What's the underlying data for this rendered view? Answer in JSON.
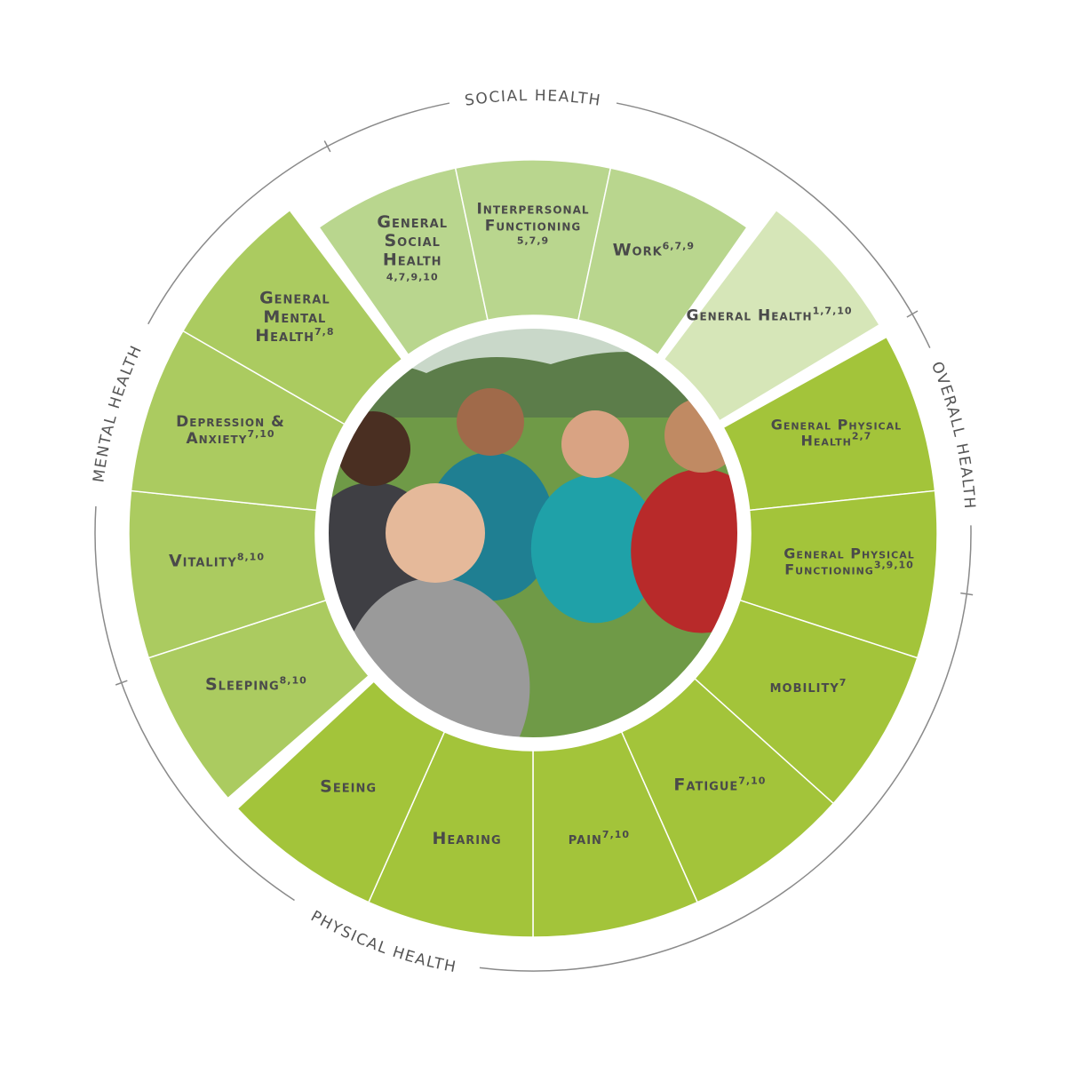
{
  "colors": {
    "background": "#ffffff",
    "ring_line": "#8a8a8a",
    "text": "#4a4a4a",
    "social": "#b9d68e",
    "overall": "#d6e6b8",
    "physical": "#a3c43a",
    "mental": "#abcb60"
  },
  "categories": [
    {
      "key": "social",
      "label": "SOCIAL HEALTH"
    },
    {
      "key": "overall",
      "label": "OVERALL HEALTH"
    },
    {
      "key": "physical",
      "label": "PHYSICAL HEALTH"
    },
    {
      "key": "mental",
      "label": "MENTAL HEALTH"
    }
  ],
  "segments": [
    {
      "category": "social",
      "lines": [
        "General",
        "Social",
        "Health"
      ],
      "refs": "4,7,9,10",
      "refs_below": true
    },
    {
      "category": "social",
      "lines": [
        "Interpersonal",
        "Functioning"
      ],
      "refs": "5,7,9",
      "refs_below": true
    },
    {
      "category": "social",
      "lines": [
        "Work"
      ],
      "refs": "6,7,9"
    },
    {
      "category": "overall",
      "lines": [
        "General Health"
      ],
      "refs": "1,7,10"
    },
    {
      "category": "physical",
      "lines": [
        "General Physical",
        "Health"
      ],
      "refs": "2,7"
    },
    {
      "category": "physical",
      "lines": [
        "General Physical",
        "Functioning"
      ],
      "refs": "3,9,10"
    },
    {
      "category": "physical",
      "lines": [
        "mobility"
      ],
      "refs": "7"
    },
    {
      "category": "physical",
      "lines": [
        "Fatigue"
      ],
      "refs": "7,10"
    },
    {
      "category": "physical",
      "lines": [
        "pain"
      ],
      "refs": "7,10"
    },
    {
      "category": "physical",
      "lines": [
        "Hearing"
      ],
      "refs": ""
    },
    {
      "category": "physical",
      "lines": [
        "Seeing"
      ],
      "refs": ""
    },
    {
      "category": "mental",
      "lines": [
        "Sleeping"
      ],
      "refs": "8,10"
    },
    {
      "category": "mental",
      "lines": [
        "Vitality"
      ],
      "refs": "8,10"
    },
    {
      "category": "mental",
      "lines": [
        "Depression &",
        "Anxiety"
      ],
      "refs": "7,10"
    },
    {
      "category": "mental",
      "lines": [
        "General",
        "Mental",
        "Health"
      ],
      "refs": "7,8"
    }
  ],
  "center_image": {
    "name": "group-photo",
    "colors": {
      "sky": "#c9d8c9",
      "trees": "#5c7d4a",
      "grass": "#6f9a47"
    }
  }
}
